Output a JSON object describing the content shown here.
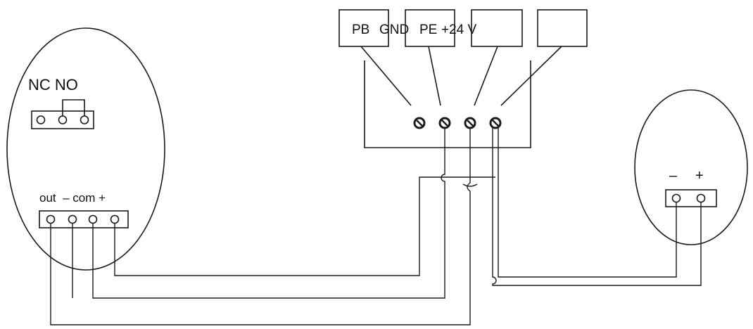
{
  "diagram": {
    "terminal_block_labels": {
      "pb": "PB",
      "gnd": "GND",
      "pe": "PE",
      "v24": "+24 V"
    },
    "sensor": {
      "relay_label": "NC NO",
      "terminals_label": "out  – com +"
    },
    "receiver": {
      "minus": "–",
      "plus": "+"
    }
  }
}
